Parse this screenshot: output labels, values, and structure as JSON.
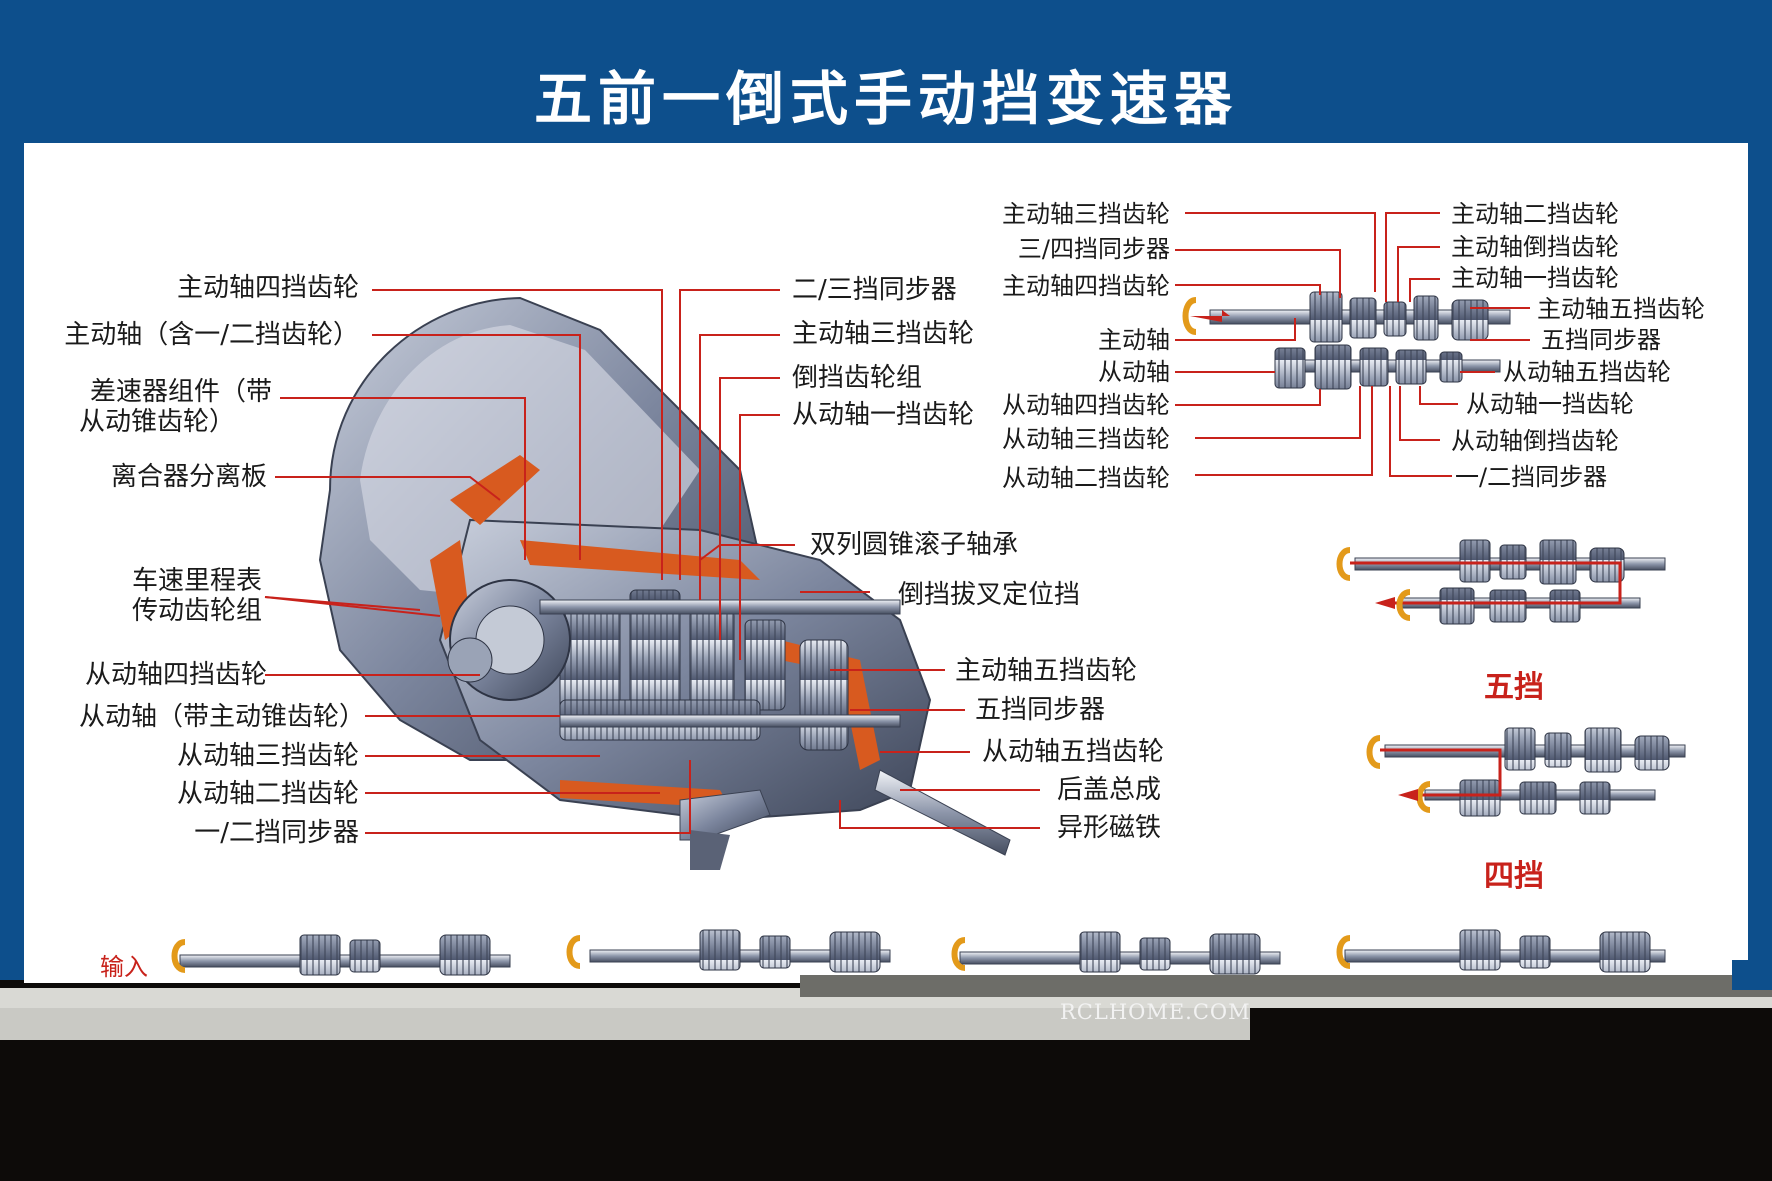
{
  "title": "五前一倒式手动挡变速器",
  "watermark": "RCLHOME.COM",
  "colors": {
    "header_blue": "#0d4f8c",
    "leader_red": "#c8221b",
    "housing_orange": "#d85a1f"
  },
  "main_labels_left": [
    "主动轴四挡齿轮",
    "主动轴（含一/二挡齿轮）",
    "差速器组件（带",
    "从动锥齿轮）",
    "离合器分离板",
    "车速里程表",
    "传动齿轮组",
    "从动轴四挡齿轮",
    "从动轴（带主动锥齿轮）",
    "从动轴三挡齿轮",
    "从动轴二挡齿轮",
    "一/二挡同步器"
  ],
  "main_labels_right": [
    "二/三挡同步器",
    "主动轴三挡齿轮",
    "倒挡齿轮组",
    "从动轴一挡齿轮",
    "双列圆锥滚子轴承",
    "倒挡拔叉定位挡",
    "主动轴五挡齿轮",
    "五挡同步器",
    "从动轴五挡齿轮",
    "后盖总成",
    "异形磁铁"
  ],
  "inset_labels_left": [
    "主动轴三挡齿轮",
    "三/四挡同步器",
    "主动轴四挡齿轮",
    "主动轴",
    "从动轴",
    "从动轴四挡齿轮",
    "从动轴三挡齿轮",
    "从动轴二挡齿轮"
  ],
  "inset_labels_right": [
    "主动轴二挡齿轮",
    "主动轴倒挡齿轮",
    "主动轴一挡齿轮",
    "主动轴五挡齿轮",
    "五挡同步器",
    "从动轴五挡齿轮",
    "从动轴一挡齿轮",
    "从动轴倒挡齿轮",
    "一/二挡同步器"
  ],
  "gear_names": [
    "五挡",
    "四挡"
  ],
  "input_label": "输入"
}
